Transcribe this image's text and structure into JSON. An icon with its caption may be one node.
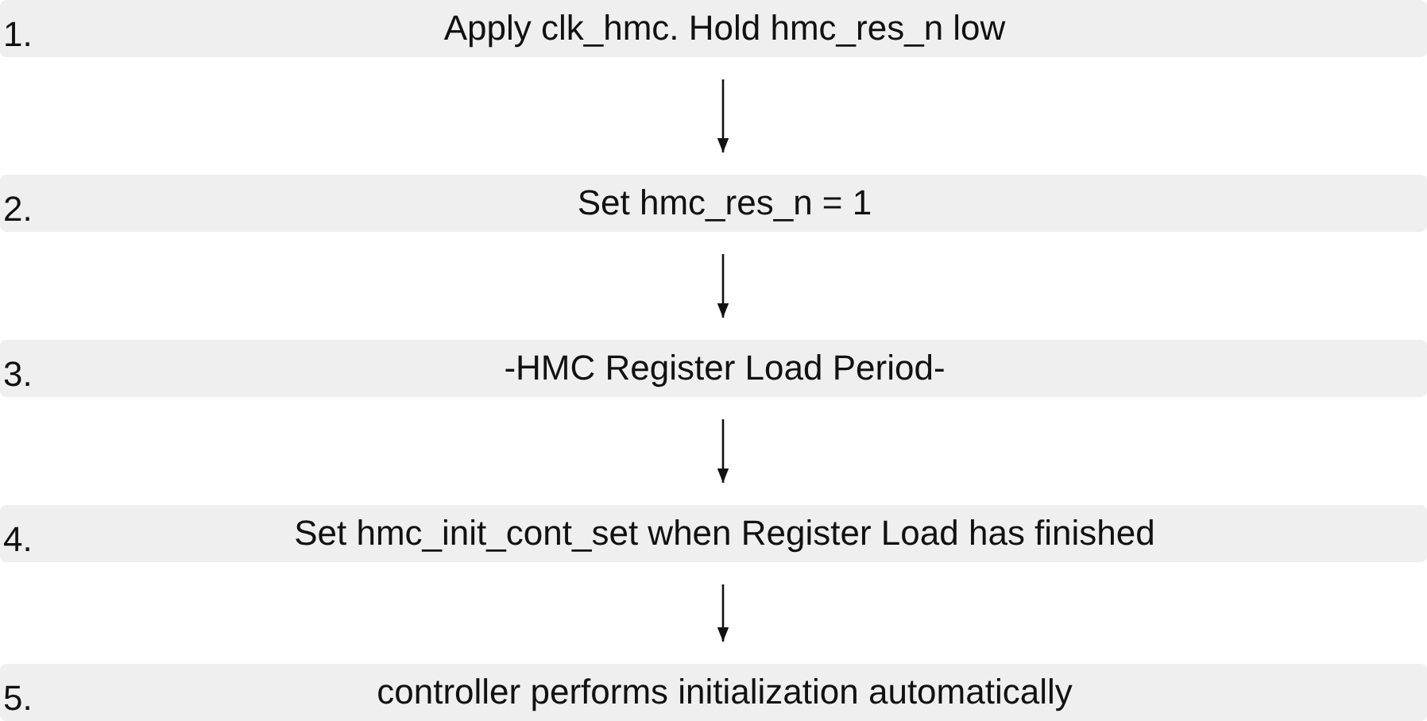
{
  "diagram": {
    "nodes": [
      {
        "text": [
          "1.",
          "Apply clk_hmc. Hold hmc_res_n low"
        ]
      },
      {
        "text": [
          "2.",
          "Set hmc_res_n = 1"
        ]
      },
      {
        "text": [
          "3.",
          "-HMC Register Load Period-"
        ]
      },
      {
        "text": [
          "4.",
          "Set hmc_init_cont_set when Register Load has finished"
        ]
      },
      {
        "text": [
          "5.",
          "controller performs initialization automatically"
        ]
      }
    ],
    "edges": [
      {
        "from": 0,
        "to": 1,
        "arrow": "to"
      },
      {
        "from": 1,
        "to": 2,
        "arrow": "to"
      },
      {
        "from": 2,
        "to": 3,
        "arrow": "to"
      },
      {
        "from": 3,
        "to": 4,
        "arrow": "to"
      }
    ]
  }
}
